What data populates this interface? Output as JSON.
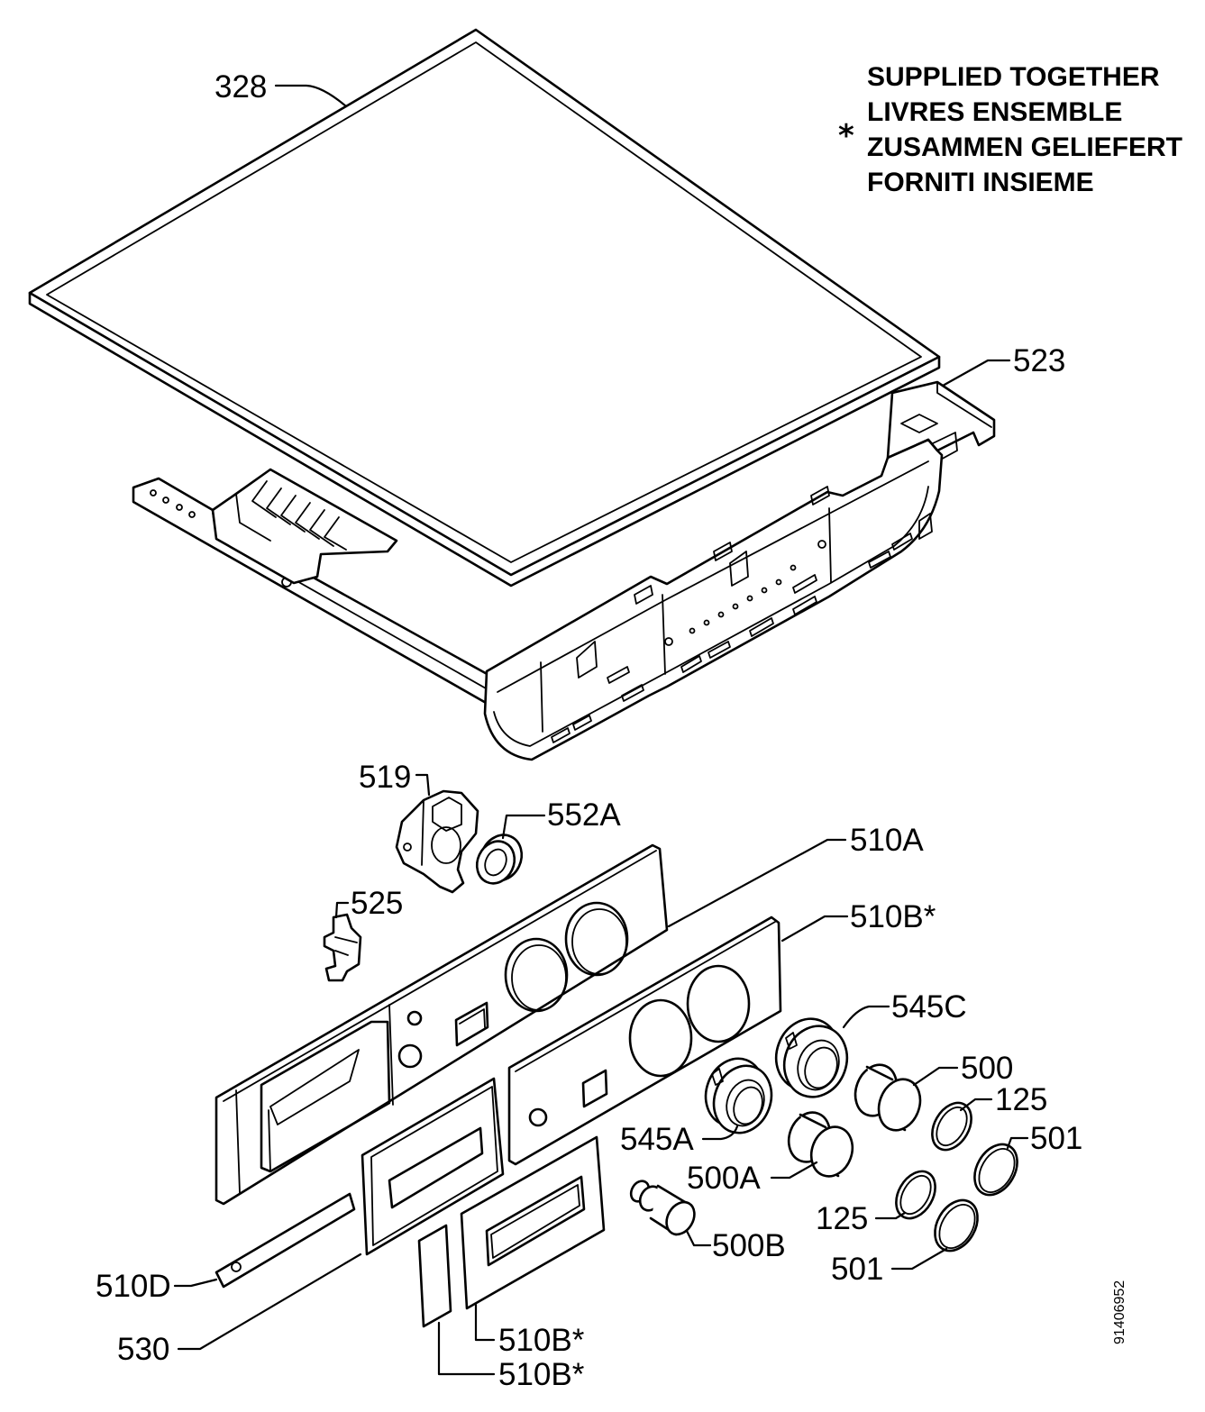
{
  "note": {
    "asterisk": "*",
    "lines": [
      "SUPPLIED TOGETHER",
      "LIVRES ENSEMBLE",
      "ZUSAMMEN GELIEFERT",
      "FORNITI INSIEME"
    ]
  },
  "callouts": [
    "328",
    "523",
    "519",
    "552A",
    "510A",
    "525",
    "510B*",
    "545C",
    "500",
    "125",
    "501",
    "545A",
    "500A",
    "125",
    "500B",
    "501",
    "510D",
    "530",
    "510B*",
    "510B*"
  ],
  "drawing_number": "91406952"
}
